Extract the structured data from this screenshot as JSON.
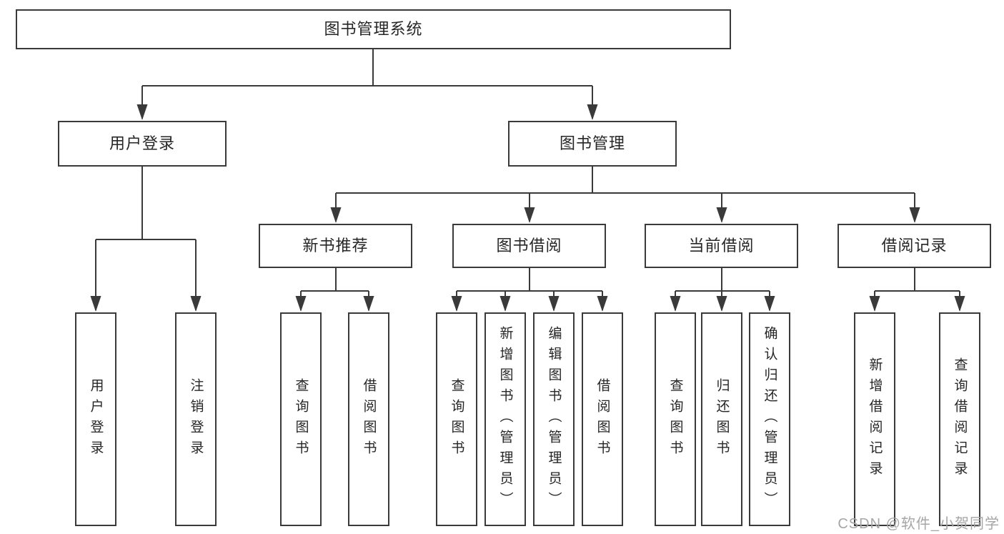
{
  "diagram_type": "hierarchy-tree",
  "colors": {
    "line": "#3a3a3a",
    "text": "#262626",
    "watermark": "#a6a6a6",
    "bg": "#ffffff"
  },
  "tree": {
    "label": "图书管理系统",
    "children": [
      {
        "label": "用户登录",
        "children": [
          {
            "label": "用户登录"
          },
          {
            "label": "注销登录"
          }
        ]
      },
      {
        "label": "图书管理",
        "children": [
          {
            "label": "新书推荐",
            "children": [
              {
                "label": "查询图书"
              },
              {
                "label": "借阅图书"
              }
            ]
          },
          {
            "label": "图书借阅",
            "children": [
              {
                "label": "查询图书"
              },
              {
                "label": "新增图书（管理员）"
              },
              {
                "label": "编辑图书（管理员）"
              },
              {
                "label": "借阅图书"
              }
            ]
          },
          {
            "label": "当前借阅",
            "children": [
              {
                "label": "查询图书"
              },
              {
                "label": "归还图书"
              },
              {
                "label": "确认归还（管理员）"
              }
            ]
          },
          {
            "label": "借阅记录",
            "children": [
              {
                "label": "新增借阅记录"
              },
              {
                "label": "查询借阅记录"
              }
            ]
          }
        ]
      }
    ]
  },
  "watermark": {
    "text": "CSDN @软件_小贺同学"
  }
}
